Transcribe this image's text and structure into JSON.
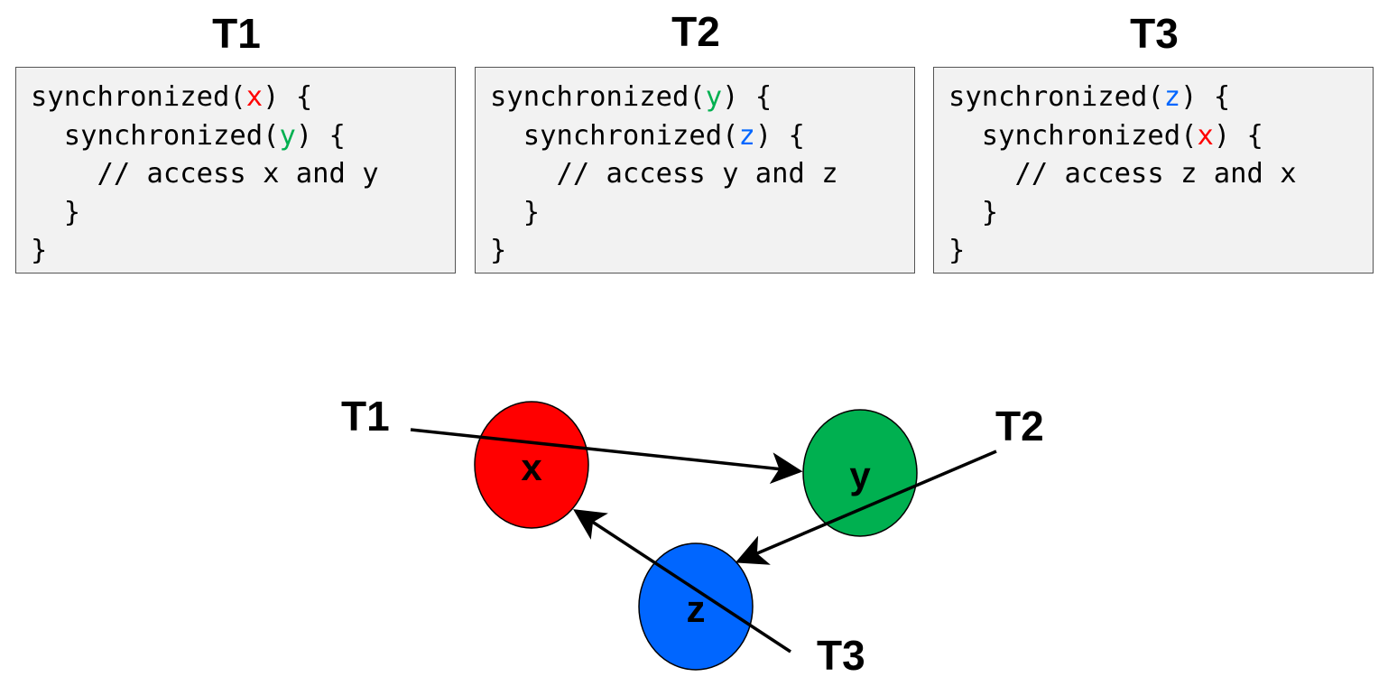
{
  "colors": {
    "x": "#ff0000",
    "y": "#00b050",
    "z": "#0066ff",
    "box_bg": "#f2f2f2",
    "text": "#000000"
  },
  "threads": [
    {
      "title": "T1",
      "lines": [
        {
          "indent": "",
          "pre": "synchronized(",
          "var": "x",
          "post": ") {"
        },
        {
          "indent": "  ",
          "pre": "synchronized(",
          "var": "y",
          "post": ") {"
        },
        {
          "indent": "    ",
          "pre": "// access x and y",
          "var": "",
          "post": ""
        },
        {
          "indent": "  ",
          "pre": "}",
          "var": "",
          "post": ""
        },
        {
          "indent": "",
          "pre": "}",
          "var": "",
          "post": ""
        }
      ]
    },
    {
      "title": "T2",
      "lines": [
        {
          "indent": "",
          "pre": "synchronized(",
          "var": "y",
          "post": ") {"
        },
        {
          "indent": "  ",
          "pre": "synchronized(",
          "var": "z",
          "post": ") {"
        },
        {
          "indent": "    ",
          "pre": "// access y and z",
          "var": "",
          "post": ""
        },
        {
          "indent": "  ",
          "pre": "}",
          "var": "",
          "post": ""
        },
        {
          "indent": "",
          "pre": "}",
          "var": "",
          "post": ""
        }
      ]
    },
    {
      "title": "T3",
      "lines": [
        {
          "indent": "",
          "pre": "synchronized(",
          "var": "z",
          "post": ") {"
        },
        {
          "indent": "  ",
          "pre": "synchronized(",
          "var": "x",
          "post": ") {"
        },
        {
          "indent": "    ",
          "pre": "// access z and x",
          "var": "",
          "post": ""
        },
        {
          "indent": "  ",
          "pre": "}",
          "var": "",
          "post": ""
        },
        {
          "indent": "",
          "pre": "}",
          "var": "",
          "post": ""
        }
      ]
    }
  ],
  "graph": {
    "nodes": [
      {
        "id": "x",
        "label": "x",
        "color": "#ff0000"
      },
      {
        "id": "y",
        "label": "y",
        "color": "#00b050"
      },
      {
        "id": "z",
        "label": "z",
        "color": "#0066ff"
      }
    ],
    "edges": [
      {
        "thread": "T1",
        "from": "x",
        "to": "y"
      },
      {
        "thread": "T2",
        "from": "y",
        "to": "z"
      },
      {
        "thread": "T3",
        "from": "z",
        "to": "x"
      }
    ],
    "thread_labels": [
      "T1",
      "T2",
      "T3"
    ]
  }
}
